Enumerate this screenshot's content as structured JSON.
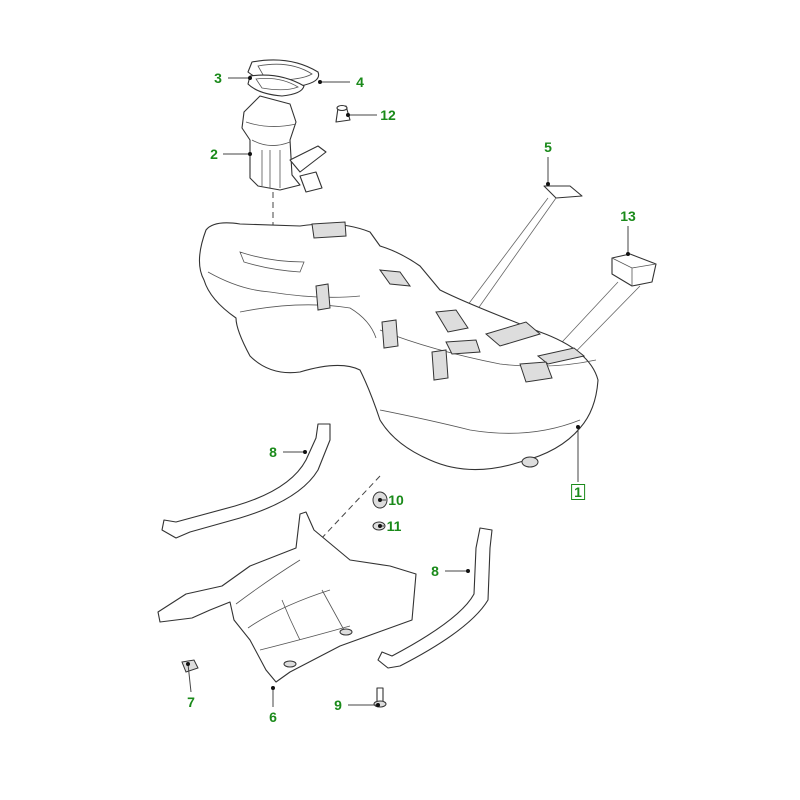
{
  "colors": {
    "callout": "#1a8a1a",
    "line": "#333333"
  },
  "callouts": {
    "fuel_tank": "1",
    "fuel_pump_module": "2",
    "seal_ring": "3",
    "locking_ring": "4",
    "pad_5": "5",
    "heat_shield": "6",
    "nut_7": "7",
    "strap_left": "8",
    "strap_right": "8",
    "bolt_9": "9",
    "bushing_10": "10",
    "nut_11": "11",
    "cap_12": "12",
    "pad_13": "13"
  }
}
